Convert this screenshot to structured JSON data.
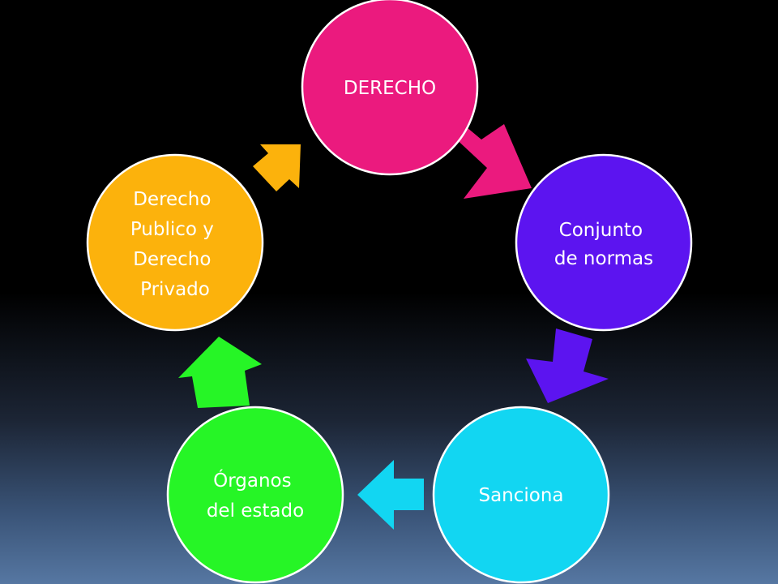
{
  "colors": {
    "derecho": "#eb1a7e",
    "conjunto": "#5c14f0",
    "sanciona": "#12d6f2",
    "organos": "#26f526",
    "publico": "#fcb20c",
    "stroke": "#ffffff"
  },
  "nodes": [
    {
      "id": "derecho",
      "lines": [
        "DERECHO"
      ]
    },
    {
      "id": "conjunto",
      "lines": [
        "Conjunto",
        "de normas"
      ]
    },
    {
      "id": "sanciona",
      "lines": [
        "Sanciona"
      ]
    },
    {
      "id": "organos",
      "lines": [
        "Órganos",
        "del estado"
      ]
    },
    {
      "id": "publico",
      "lines": [
        "Derecho",
        "Publico y",
        "Derecho",
        "Privado"
      ]
    }
  ]
}
